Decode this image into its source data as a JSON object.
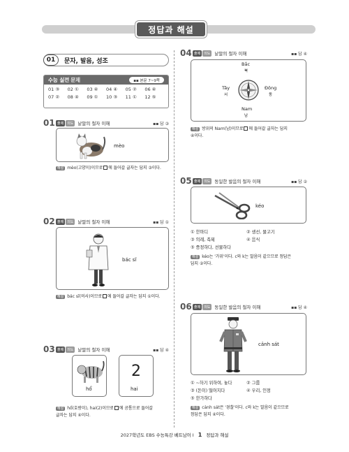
{
  "header": {
    "title": "정답과 해설"
  },
  "section": {
    "number": "01",
    "title": "문자, 발음, 성조"
  },
  "answer_key": {
    "title": "수능 실전",
    "title_sub": "문제",
    "page_ref": "▪▪ 본문 7~9쪽",
    "items": [
      "01 ③",
      "02 ①",
      "03 ④",
      "04 ④",
      "05 ②",
      "06 ④",
      "07 ②",
      "08 ④",
      "09 ①",
      "10 ③",
      "11 ①",
      "12 ⑤"
    ]
  },
  "tags": {
    "a": "출제",
    "b": "의도",
    "ex": "해설"
  },
  "problems": {
    "p01": {
      "num": "01",
      "title": "낱말의 철자 이해",
      "answer": "▪▪ 답 ③",
      "word": "mèo",
      "explain": [
        "mèo(고양이)이므로",
        "에 들어갈 글자는 답지 ③이다."
      ]
    },
    "p02": {
      "num": "02",
      "title": "낱말의 철자 이해",
      "answer": "▪▪ 답 ①",
      "word": "bác sĩ",
      "explain": [
        "bác sĩ(의사)이므로",
        "에 들어갈 글자는 답지 ①이다."
      ]
    },
    "p03": {
      "num": "03",
      "title": "낱말의 철자 이해",
      "answer": "▪▪ 답 ④",
      "word1": "hổ",
      "word2": "hai",
      "card_digit": "2",
      "explain": [
        "hổ(호랑이), hai(2)이므로",
        "에 공통으로 들어갈",
        "글자는 답지 ④이다."
      ]
    },
    "p04": {
      "num": "04",
      "title": "낱말의 철자 이해",
      "answer": "▪▪ 답 ④",
      "compass": {
        "north": "Bắc",
        "north_kr": "북",
        "west": "Tây",
        "west_kr": "서",
        "east": "Đông",
        "east_kr": "동",
        "south": "Nam",
        "south_kr": "남"
      },
      "explain": [
        "방위의 Nam(남)이므로",
        "에 들어갈 글자는 답지",
        "④이다."
      ]
    },
    "p05": {
      "num": "05",
      "title": "동일한 발음의 철자 이해",
      "answer": "▪▪ 답 ②",
      "word": "kéo",
      "options": [
        "① 한마디",
        "② 생선, 물고기",
        "③ 의례, 축제",
        "④ 음식",
        "⑤ 증정하다, 선물하다"
      ],
      "explain": [
        "kéo는 '가위'이다. c와 k는 발음이 같으므로 정답은",
        "답지 ②이다."
      ]
    },
    "p06": {
      "num": "06",
      "title": "동일한 발음의 철자 이해",
      "answer": "▪▪ 답 ④",
      "word": "cảnh sát",
      "options": [
        "① ~하기 위하여, 놓다",
        "② 그룹",
        "③ (돈이) 떨어지다",
        "④ 우리, 인정",
        "⑤ 한가하다"
      ],
      "explain": [
        "cảnh sát은 '경찰'이다. c와 k는 발음이 같으므로",
        "정답은 답지 ④이다."
      ]
    }
  },
  "footer": {
    "left": "2027학년도 EBS 수능특강 베트남어 I",
    "page": "1",
    "right": "정답과 해설"
  }
}
